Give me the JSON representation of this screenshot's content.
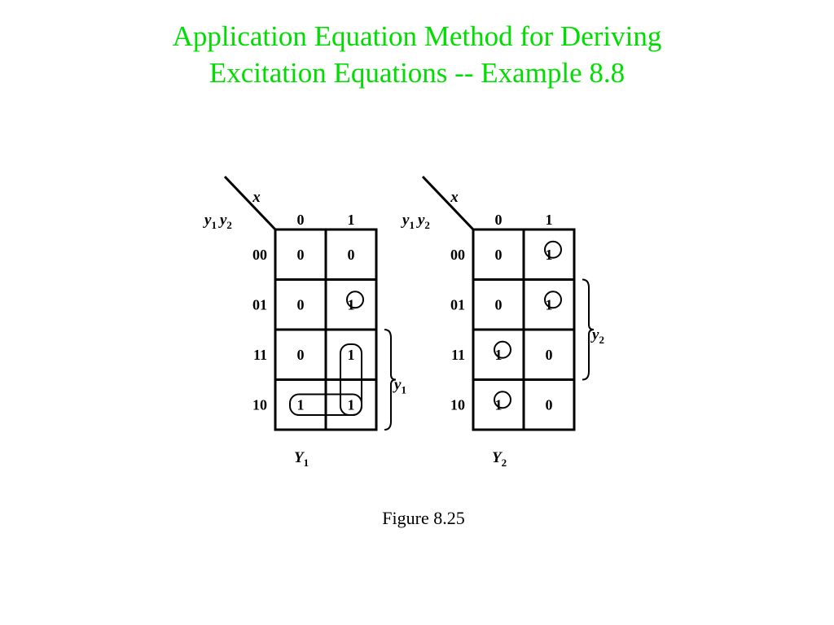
{
  "slide": {
    "title_line1": "Application Equation Method for Deriving",
    "title_line2": "Excitation Equations -- Example 8.8",
    "caption": "Figure 8.25",
    "title_color": "#00dd00"
  },
  "kmaps": [
    {
      "id": "Y1",
      "output_var": "Y",
      "output_sub": "1",
      "column_var": "x",
      "row_var_1": "y",
      "row_sub_1": "1",
      "row_var_2": "y",
      "row_sub_2": "2",
      "col_headers": [
        "0",
        "1"
      ],
      "row_headers": [
        "00",
        "01",
        "11",
        "10"
      ],
      "cells": [
        [
          "0",
          "0"
        ],
        [
          "0",
          "1"
        ],
        [
          "0",
          "1"
        ],
        [
          "1",
          "1"
        ]
      ],
      "circled": [
        [
          1,
          1
        ]
      ],
      "loops": [
        {
          "rows": [
            2,
            3
          ],
          "cols": [
            1,
            1
          ]
        },
        {
          "rows": [
            3,
            3
          ],
          "cols": [
            0,
            1
          ]
        }
      ],
      "brace_var": "y",
      "brace_sub": "1",
      "brace_rows": [
        2,
        3
      ]
    },
    {
      "id": "Y2",
      "output_var": "Y",
      "output_sub": "2",
      "column_var": "x",
      "row_var_1": "y",
      "row_sub_1": "1",
      "row_var_2": "y",
      "row_sub_2": "2",
      "col_headers": [
        "0",
        "1"
      ],
      "row_headers": [
        "00",
        "01",
        "11",
        "10"
      ],
      "cells": [
        [
          "0",
          "1"
        ],
        [
          "0",
          "1"
        ],
        [
          "1",
          "0"
        ],
        [
          "1",
          "0"
        ]
      ],
      "circled": [
        [
          0,
          1
        ],
        [
          1,
          1
        ],
        [
          2,
          0
        ],
        [
          3,
          0
        ]
      ],
      "loops": [],
      "brace_var": "y",
      "brace_sub": "2",
      "brace_rows": [
        1,
        2
      ]
    }
  ]
}
